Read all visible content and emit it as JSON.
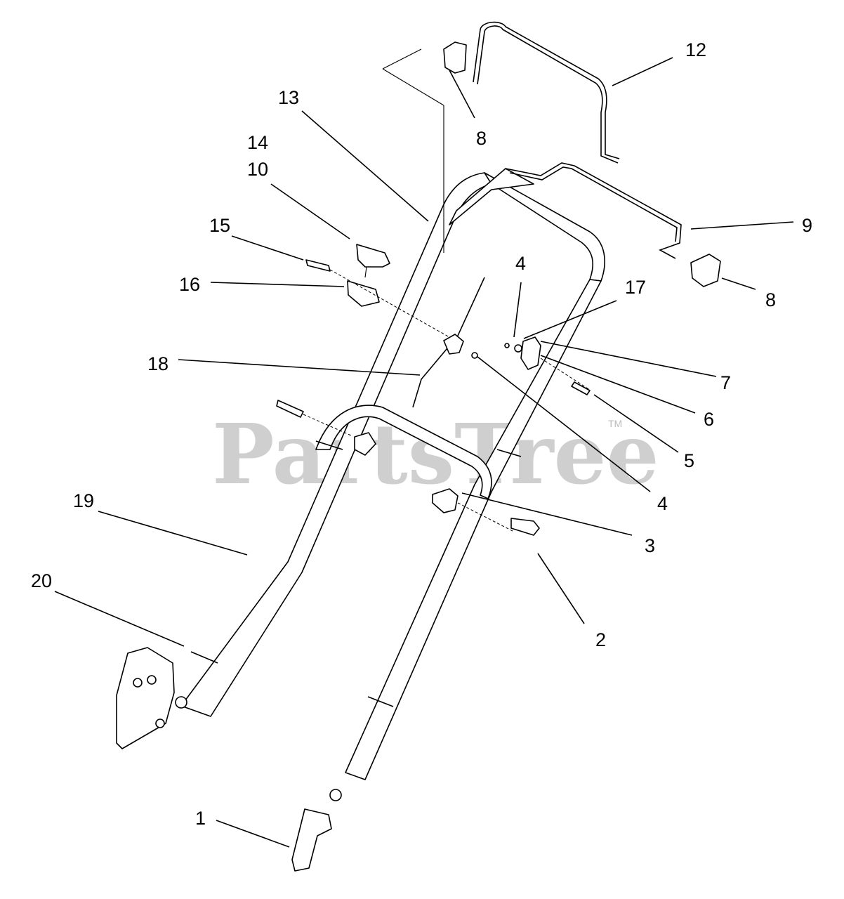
{
  "watermark": {
    "text": "PartsTree",
    "trademark": "TM"
  },
  "callouts": [
    "12",
    "8",
    "13",
    "14",
    "10",
    "15",
    "16",
    "9",
    "4",
    "17",
    "8",
    "18",
    "7",
    "6",
    "5",
    "4",
    "3",
    "19",
    "2",
    "20",
    "1"
  ]
}
